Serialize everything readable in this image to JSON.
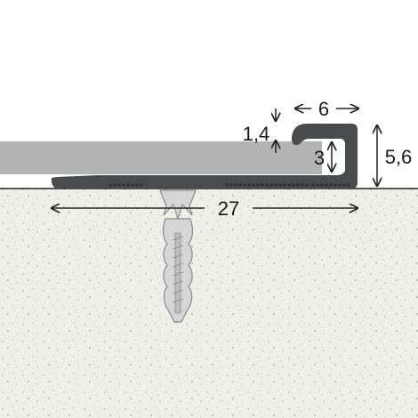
{
  "dimensions": {
    "width_label": "6",
    "lip_label": "1,4",
    "gap_label": "3",
    "height_label": "5,6",
    "length_label": "27"
  },
  "colors": {
    "profile": "#4a4b4d",
    "floor_panel": "#b3b3b3",
    "substrate": "#efefe9",
    "dowel": "#d6d6d6",
    "line": "#222222"
  },
  "icons": {
    "dowel": "wall-plug-icon"
  }
}
